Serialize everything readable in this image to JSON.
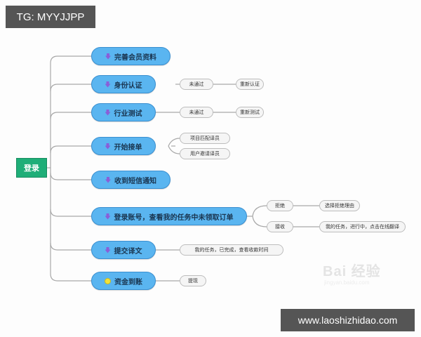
{
  "watermarks": {
    "top_left": "TG: MYYJJPP",
    "bottom_right": "www.laoshizhidao.com",
    "baidu_logo": "Bai 经验",
    "baidu_url": "jingyan.baidu.com"
  },
  "mindmap": {
    "root": "登录",
    "colors": {
      "root": "#1fae78",
      "main_node": "#5ab5f0",
      "sub_node": "#f5f5f5",
      "link": "#a8a8a8",
      "arrow_icon": "#8a5ed8",
      "coin_icon": "#f2e23a"
    },
    "branches": [
      {
        "label": "完善会员资料",
        "icon": "arrow-down-icon",
        "children": []
      },
      {
        "label": "身份认证",
        "icon": "arrow-down-icon",
        "children": [
          {
            "label": "未通过",
            "children": [
              {
                "label": "重新认证"
              }
            ]
          }
        ]
      },
      {
        "label": "行业测试",
        "icon": "arrow-down-icon",
        "children": [
          {
            "label": "未通过",
            "children": [
              {
                "label": "重新测试"
              }
            ]
          }
        ]
      },
      {
        "label": "开始接单",
        "icon": "arrow-down-icon",
        "children": [
          {
            "label": "项目匹配译员"
          },
          {
            "label": "用户邀请译员"
          }
        ]
      },
      {
        "label": "收到短信通知",
        "icon": "arrow-down-icon",
        "children": []
      },
      {
        "label": "登录账号，查看我的任务中未领取订单",
        "icon": "arrow-down-icon",
        "children": [
          {
            "label": "拒绝",
            "children": [
              {
                "label": "选择拒绝理由"
              }
            ]
          },
          {
            "label": "接收",
            "children": [
              {
                "label": "我的任务，进行中，点击在线翻译"
              }
            ]
          }
        ]
      },
      {
        "label": "提交译文",
        "icon": "arrow-down-icon",
        "children": [
          {
            "label": "我的任务，已完成，查看收款时间"
          }
        ]
      },
      {
        "label": "资金到账",
        "icon": "coin-icon",
        "children": [
          {
            "label": "提现"
          }
        ]
      }
    ]
  }
}
